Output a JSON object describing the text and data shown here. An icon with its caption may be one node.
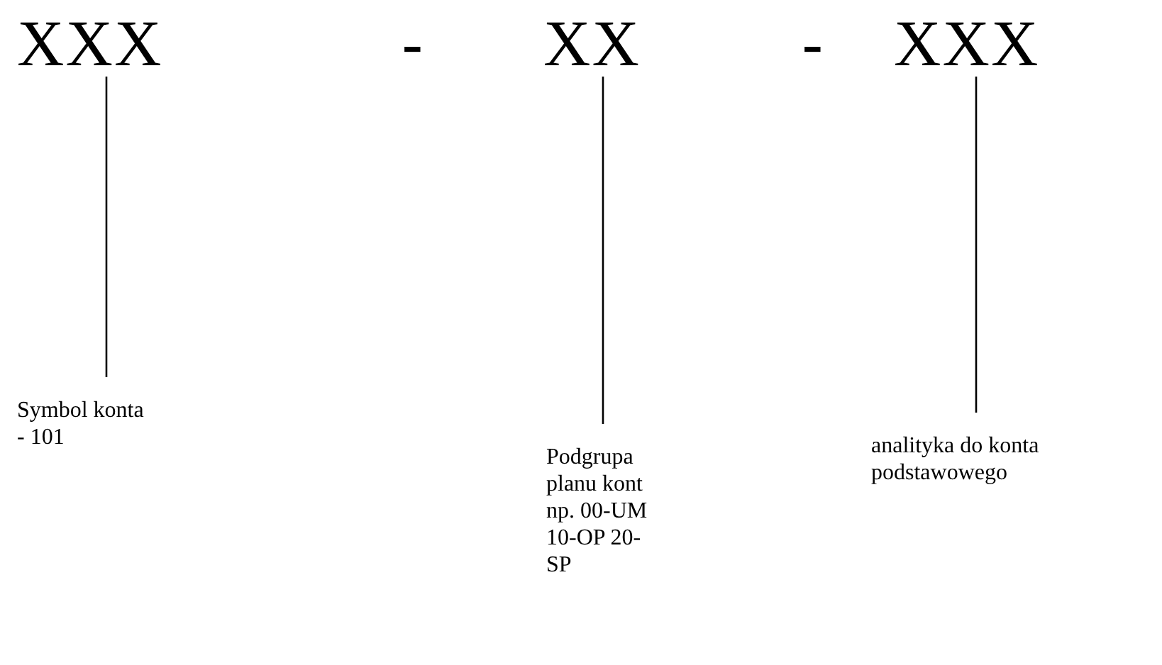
{
  "diagram": {
    "nodes": [
      {
        "text": [
          "XXX"
        ]
      },
      {
        "text": [
          "XX"
        ]
      },
      {
        "text": [
          "XXX"
        ]
      },
      {
        "text": [
          "Symbol konta - 101"
        ]
      },
      {
        "text": [
          "Podgrupa planu kont np. 00-UM 10-OP 20-SP"
        ]
      },
      {
        "text": [
          "analityka do konta podstawowego"
        ]
      }
    ],
    "edges": [
      {
        "from": 0,
        "to": 3,
        "arrow": "none"
      },
      {
        "from": 1,
        "to": 4,
        "arrow": "none"
      },
      {
        "from": 2,
        "to": 5,
        "arrow": "none"
      }
    ],
    "labels": [
      "-",
      "-"
    ]
  }
}
